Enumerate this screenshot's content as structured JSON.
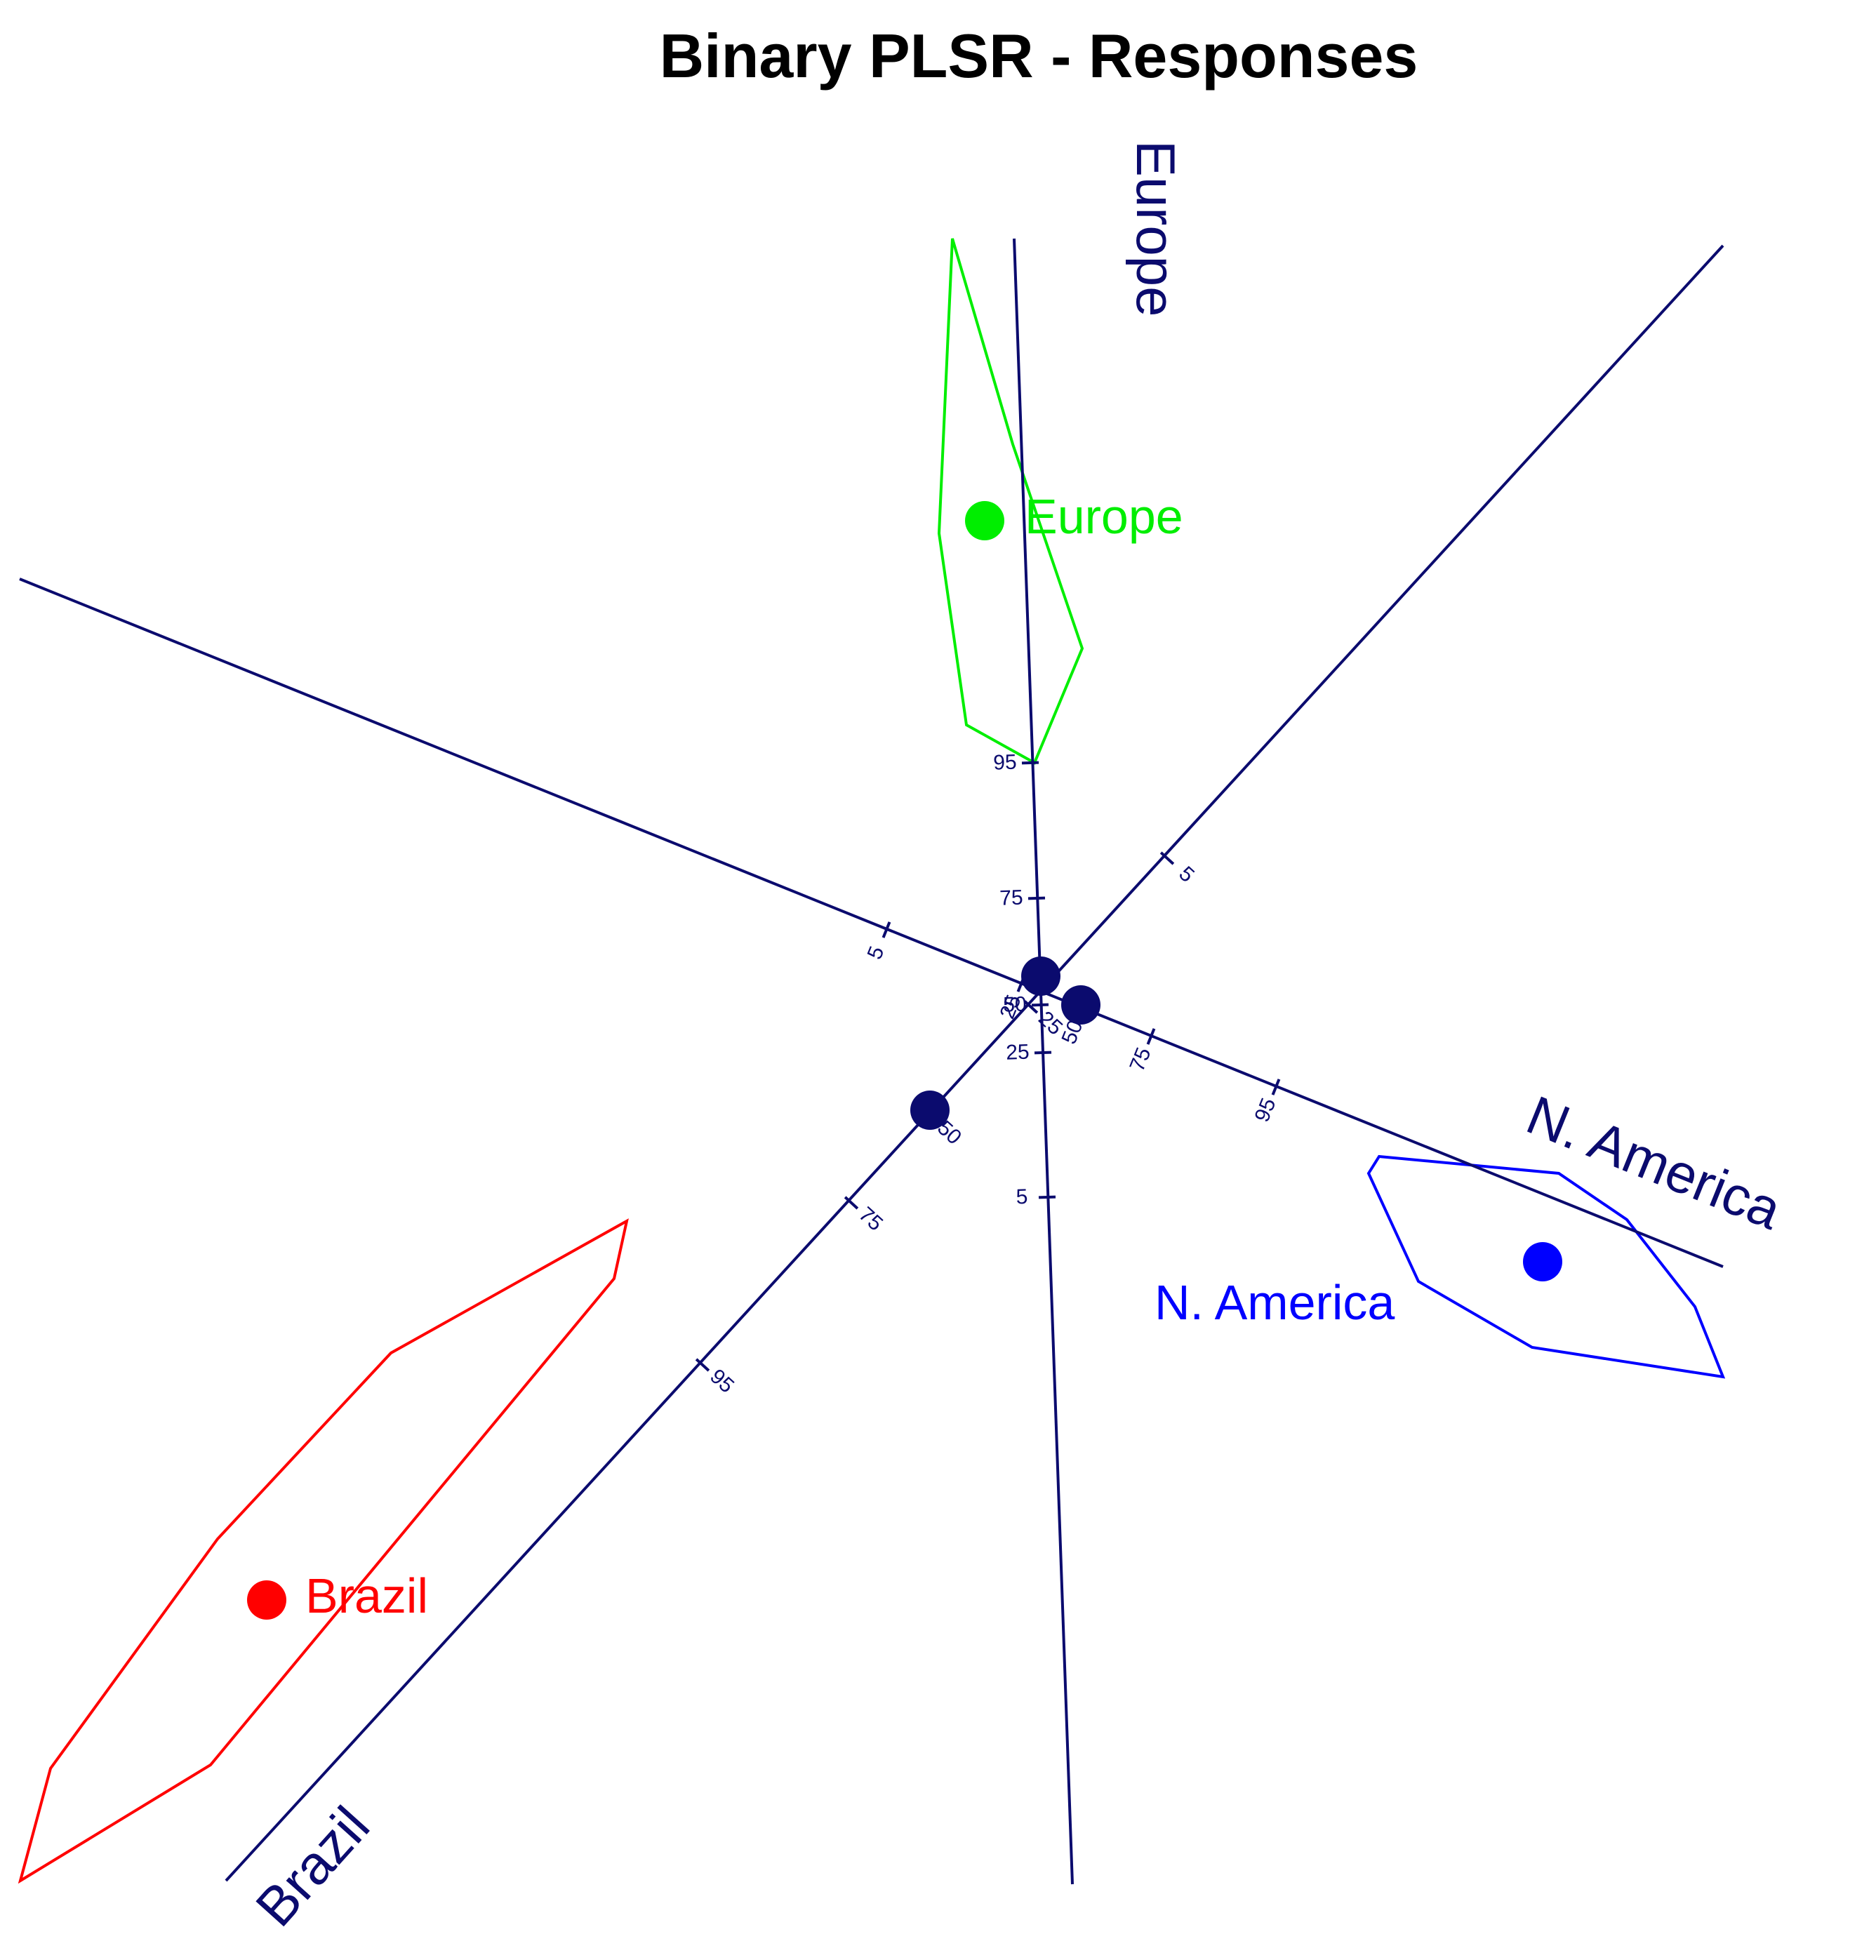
{
  "chart_data": {
    "type": "biplot",
    "title": "Binary PLSR - Responses",
    "grid": false,
    "axes": [
      {
        "name": "Europe",
        "ticks": [
          {
            "p": 0.95,
            "label": "95"
          },
          {
            "p": 0.75,
            "label": "75"
          },
          {
            "p": 0.5,
            "label": "50"
          },
          {
            "p": 0.25,
            "label": "25"
          },
          {
            "p": 0.05,
            "label": "5"
          }
        ]
      },
      {
        "name": "N. America",
        "ticks": [
          {
            "p": 0.05,
            "label": "5"
          },
          {
            "p": 0.25,
            "label": "25"
          },
          {
            "p": 0.5,
            "label": "50"
          },
          {
            "p": 0.75,
            "label": "75"
          },
          {
            "p": 0.95,
            "label": "95"
          }
        ]
      },
      {
        "name": "Brazil",
        "ticks": [
          {
            "p": 0.05,
            "label": "5"
          },
          {
            "p": 0.25,
            "label": "25"
          },
          {
            "p": 0.5,
            "label": "50"
          },
          {
            "p": 0.75,
            "label": "75"
          },
          {
            "p": 0.95,
            "label": "95"
          }
        ]
      }
    ],
    "groups": [
      {
        "name": "Europe",
        "color": "#00ee00"
      },
      {
        "name": "N. America",
        "color": "#0000ff"
      },
      {
        "name": "Brazil",
        "color": "#ff0000"
      }
    ],
    "marker_color": "#0b0b6e",
    "axis_color": "#0b0b6e"
  }
}
